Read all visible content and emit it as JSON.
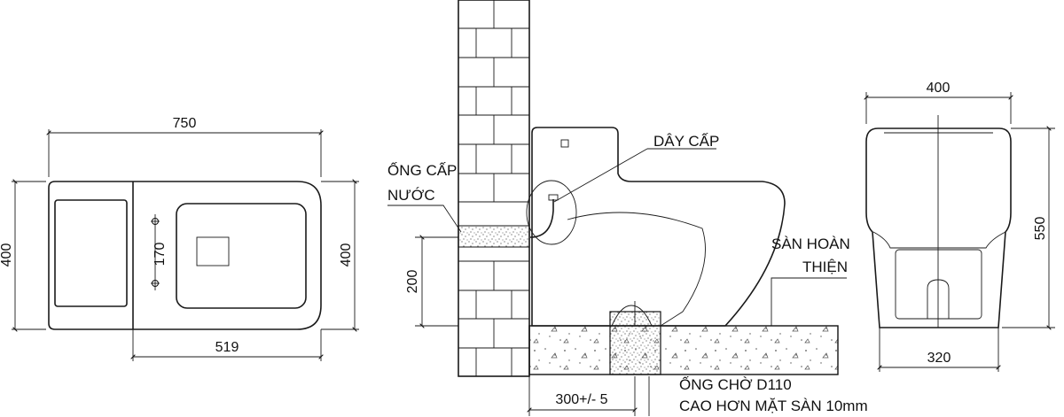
{
  "top_view": {
    "length_dim": "750",
    "width_left_dim": "400",
    "width_right_dim": "400",
    "bolt_spacing_dim": "170",
    "bowl_length_dim": "519"
  },
  "side_view": {
    "label_water_pipe_line1": "ỐNG CẤP",
    "label_water_pipe_line2": "NƯỚC",
    "label_supply_hose": "DÂY CẤP",
    "label_floor_line1": "SÀN HOÀN",
    "label_floor_line2": "THIỆN",
    "inlet_height_dim": "200",
    "wall_offset_dim": "300+/- 5",
    "label_drain_line1": "ỐNG CHỜ D110",
    "label_drain_line2": "CAO HƠN MẶT SÀN 10mm"
  },
  "front_view": {
    "top_width_dim": "400",
    "height_dim": "550",
    "base_width_dim": "320"
  }
}
